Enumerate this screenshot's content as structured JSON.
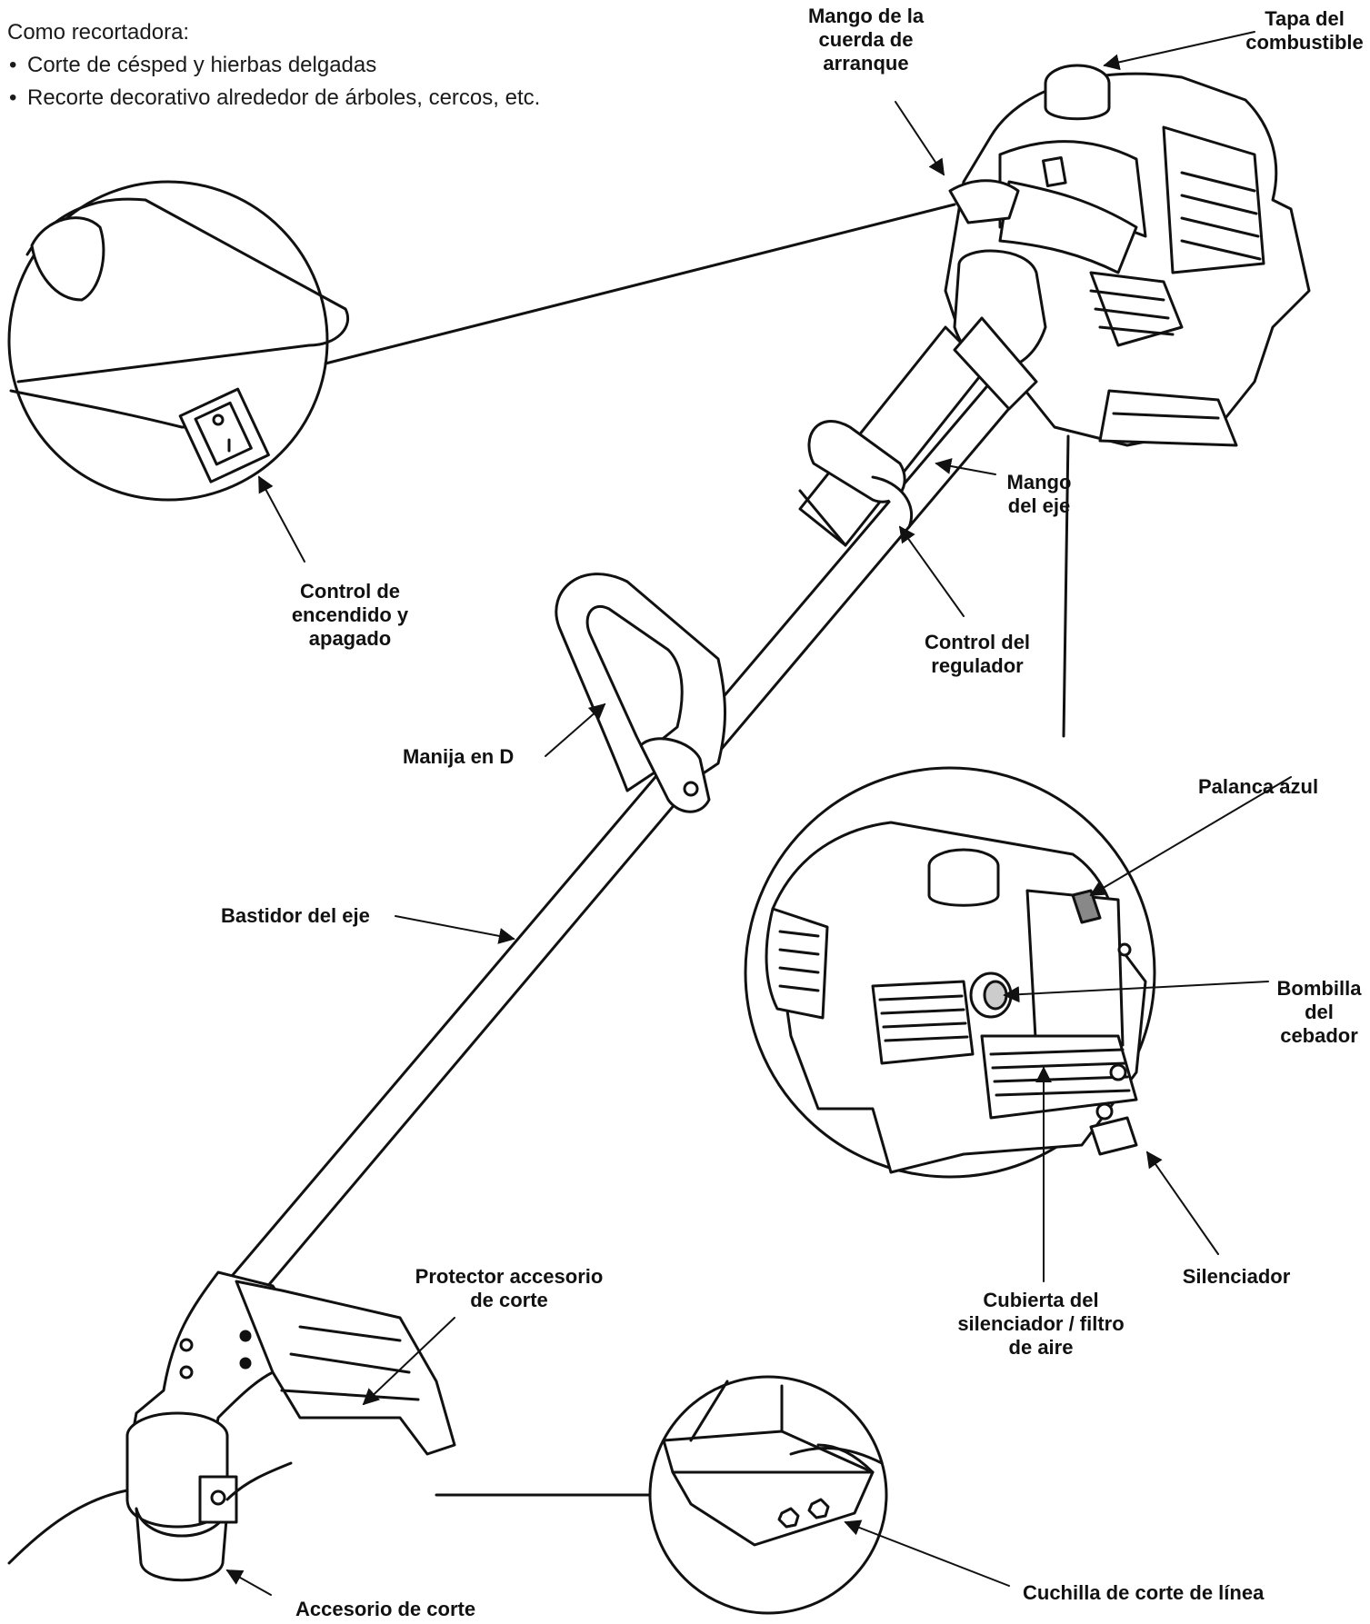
{
  "intro": {
    "heading": "Como recortadora:",
    "bullets": [
      "Corte de césped y hierbas delgadas",
      "Recorte decorativo alrededor de árboles, cercos, etc."
    ]
  },
  "callouts": {
    "starter_handle": "Mango de la\ncuerda de\narranque",
    "fuel_cap": "Tapa del\ncombustible",
    "on_off": "Control de\nencendido y\napagado",
    "shaft_handle": "Mango\ndel eje",
    "throttle": "Control del\nregulador",
    "d_handle": "Manija en D",
    "shaft_housing": "Bastidor del eje",
    "blue_lever": "Palanca azul",
    "primer_bulb": "Bombilla\ndel\ncebador",
    "muffler": "Silenciador",
    "muffler_cover": "Cubierta del\nsilenciador / filtro\nde aire",
    "guard": "Protector accesorio\nde corte",
    "line_blade": "Cuchilla de corte de línea",
    "cutting_attachment": "Accesorio de corte"
  },
  "colors": {
    "line": "#111111",
    "fill": "#ffffff",
    "shade": "#d9d9d9"
  }
}
